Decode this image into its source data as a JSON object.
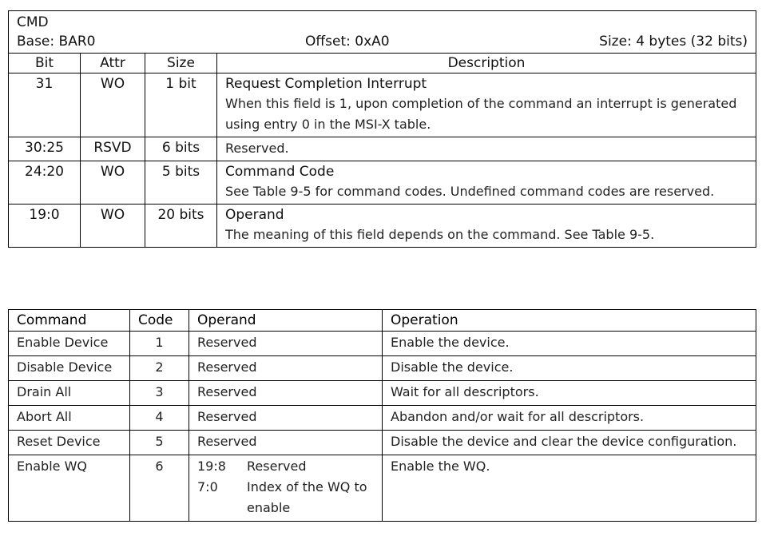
{
  "register": {
    "name": "CMD",
    "base": "Base: BAR0",
    "offset": "Offset: 0xA0",
    "size": "Size: 4 bytes (32 bits)",
    "columns": [
      "Bit",
      "Attr",
      "Size",
      "Description"
    ],
    "rows": [
      {
        "bit": "31",
        "attr": "WO",
        "size": "1 bit",
        "title": "Request Completion Interrupt",
        "text": "When this field is 1, upon completion of the command an interrupt is generated using entry 0 in the MSI-X table."
      },
      {
        "bit": "30:25",
        "attr": "RSVD",
        "size": "6 bits",
        "title": "",
        "text": "Reserved."
      },
      {
        "bit": "24:20",
        "attr": "WO",
        "size": "5 bits",
        "title": "Command Code",
        "text": "See Table 9-5 for command codes. Undefined command codes are reserved."
      },
      {
        "bit": "19:0",
        "attr": "WO",
        "size": "20 bits",
        "title": "Operand",
        "text": "The meaning of this field depends on the command. See Table 9-5."
      }
    ]
  },
  "commands": {
    "columns": [
      "Command",
      "Code",
      "Operand",
      "Operation"
    ],
    "rows": [
      {
        "command": "Enable Device",
        "code": "1",
        "operand": "Reserved",
        "operation": "Enable the device."
      },
      {
        "command": "Disable Device",
        "code": "2",
        "operand": "Reserved",
        "operation": "Disable the device."
      },
      {
        "command": "Drain All",
        "code": "3",
        "operand": "Reserved",
        "operation": "Wait for all descriptors."
      },
      {
        "command": "Abort All",
        "code": "4",
        "operand": "Reserved",
        "operation": "Abandon and/or wait for all descriptors."
      },
      {
        "command": "Reset Device",
        "code": "5",
        "operand": "Reserved",
        "operation": "Disable the device and clear the device configuration."
      },
      {
        "command": "Enable WQ",
        "code": "6",
        "operand_bits": [
          {
            "bits": "19:8",
            "meaning": "Reserved"
          },
          {
            "bits": "7:0",
            "meaning": "Index of the WQ to enable"
          }
        ],
        "operation": "Enable the WQ."
      }
    ]
  }
}
